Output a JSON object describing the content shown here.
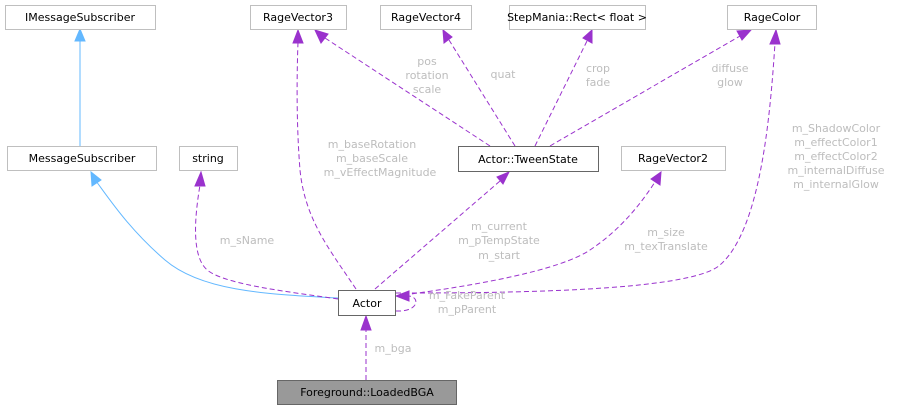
{
  "colors": {
    "usage_edge": "#9a32cd",
    "inheritance_edge": "#63b8ff",
    "focus_node_fill": "#999999"
  },
  "nodes": {
    "imessagesubscriber": "IMessageSubscriber",
    "messagesubscriber": "MessageSubscriber",
    "string": "string",
    "ragevector3": "RageVector3",
    "ragevector4": "RageVector4",
    "rect": "StepMania::Rect< float >",
    "ragecolor": "RageColor",
    "tweenstate": "Actor::TweenState",
    "ragevector2": "RageVector2",
    "actor": "Actor",
    "loadedbga": "Foreground::LoadedBGA"
  },
  "edge_labels": {
    "actor_ragevector3": [
      "m_baseRotation",
      "m_baseScale",
      "m_vEffectMagnitude"
    ],
    "tween_ragevector3": [
      "pos",
      "rotation",
      "scale"
    ],
    "tween_ragevector4": [
      "quat"
    ],
    "tween_rect": [
      "crop",
      "fade"
    ],
    "tween_ragecolor": [
      "diffuse",
      "glow"
    ],
    "actor_ragecolor": [
      "m_ShadowColor",
      "m_effectColor1",
      "m_effectColor2",
      "m_internalDiffuse",
      "m_internalGlow"
    ],
    "actor_tween": [
      "m_current",
      "m_pTempState",
      "m_start"
    ],
    "actor_ragevector2": [
      "m_size",
      "m_texTranslate"
    ],
    "actor_string": [
      "m_sName"
    ],
    "actor_self": [
      "m_FakeParent",
      "m_pParent"
    ],
    "loadedbga_actor": [
      "m_bga"
    ]
  }
}
